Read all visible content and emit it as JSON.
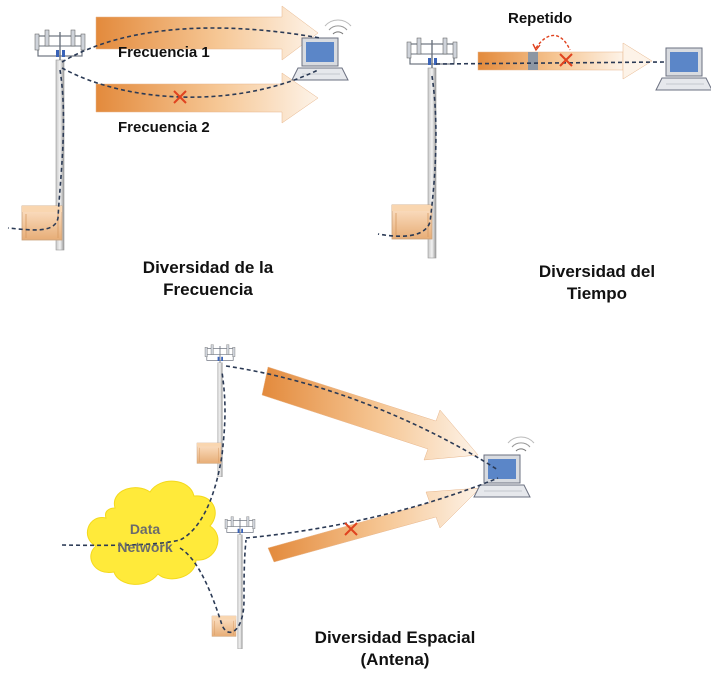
{
  "labels": {
    "freq1": "Frecuencia 1",
    "freq2": "Frecuencia 2",
    "repeated": "Repetido",
    "freq_caption_line1": "Diversidad  de la",
    "freq_caption_line2": "Frecuencia",
    "time_caption_line1": "Diversidad del",
    "time_caption_line2": "Tiempo",
    "space_caption_line1": "Diversidad Espacial",
    "space_caption_line2": "(Antena)",
    "cloud_line1": "Data",
    "cloud_line2": "Network"
  },
  "colors": {
    "beam_dark": "#e8944a",
    "beam_light": "#fbeee0",
    "fail_mark": "#e0431f",
    "cloud": "#ffea3a",
    "signal_path": "#2b3a55"
  },
  "icons": [
    "cell-tower-icon",
    "laptop-icon",
    "wifi-signal-icon",
    "cloud-icon",
    "x-mark-icon"
  ]
}
